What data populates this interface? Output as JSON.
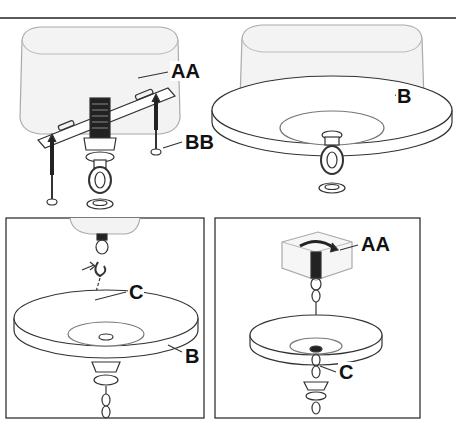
{
  "diagram": {
    "labels": [
      "AA",
      "BB",
      "B",
      "C",
      "B",
      "AA",
      "C"
    ]
  }
}
